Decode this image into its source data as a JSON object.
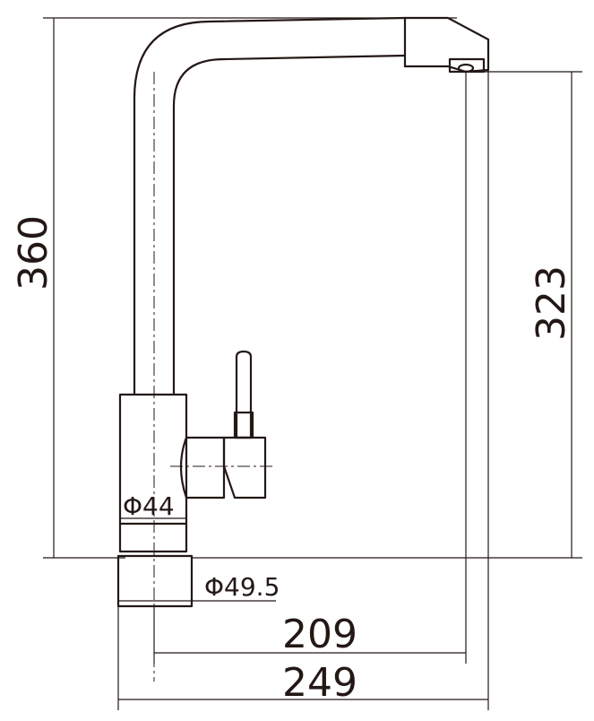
{
  "dimensions": {
    "total_height": "360",
    "spout_height": "323",
    "body_diameter": "Φ44",
    "base_diameter": "Φ49.5",
    "spout_reach": "209",
    "overall_reach": "249"
  }
}
